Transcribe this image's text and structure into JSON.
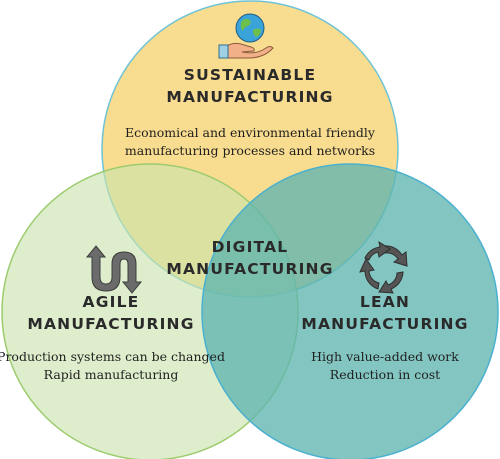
{
  "circles": [
    {
      "key": "sustainable",
      "fill": "#f7d985",
      "stroke": "#6fc3d6"
    },
    {
      "key": "agile",
      "fill": "#cfe6b4",
      "stroke": "#9ccc6e"
    },
    {
      "key": "lean",
      "fill": "#6fbcb6",
      "stroke": "#4ab0cf"
    }
  ],
  "sustainable": {
    "title_line1": "SUSTAINABLE",
    "title_line2": "MANUFACTURING",
    "desc_line1": "Economical and environmental friendly",
    "desc_line2": "manufacturing processes and networks",
    "icon": "globe-in-hand-icon"
  },
  "agile": {
    "title_line1": "AGILE",
    "title_line2": "MANUFACTURING",
    "desc_line1": "Production systems can be changed",
    "desc_line2": "Rapid manufacturing",
    "icon": "up-down-arrows-icon"
  },
  "lean": {
    "title_line1": "LEAN",
    "title_line2": "MANUFACTURING",
    "desc_line1": "High value-added work",
    "desc_line2": "Reduction in cost",
    "icon": "cycle-arrows-icon"
  },
  "center": {
    "title_line1": "DIGITAL",
    "title_line2": "MANUFACTURING"
  }
}
